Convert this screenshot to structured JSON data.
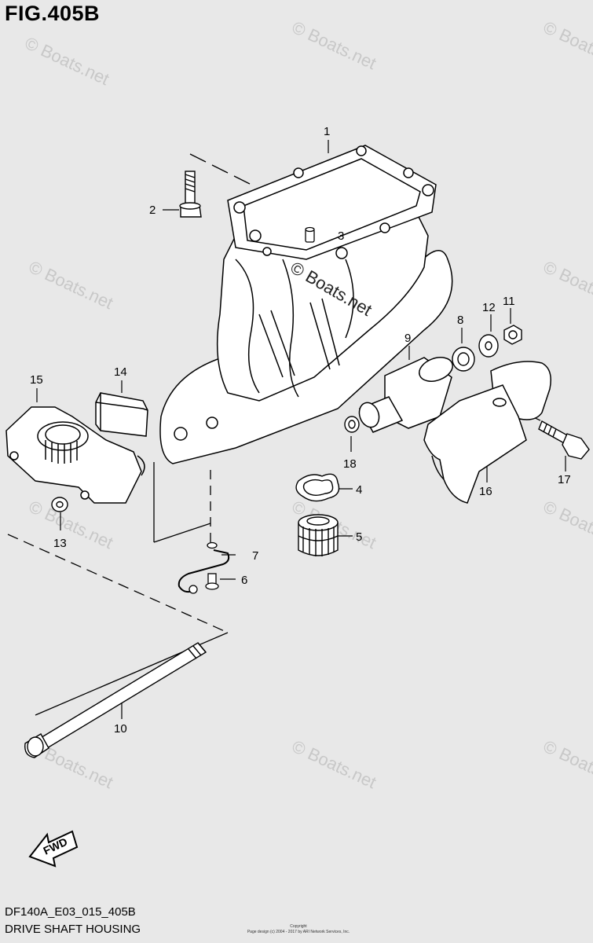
{
  "figure": {
    "title": "FIG.405B",
    "code": "DF140A_E03_015_405B",
    "name": "DRIVE SHAFT HOUSING"
  },
  "watermark": "© Boats.net",
  "direction_label": "FWD",
  "copyright": {
    "line1": "Copyright",
    "line2": "Page design (c) 2004 - 2017 by ARI Network Services, Inc."
  },
  "callouts": [
    "1",
    "2",
    "3",
    "4",
    "5",
    "6",
    "7",
    "8",
    "9",
    "10",
    "11",
    "12",
    "13",
    "14",
    "15",
    "16",
    "17",
    "18"
  ],
  "colors": {
    "background": "#e8e8e8",
    "part_fill": "#ffffff",
    "line": "#000000",
    "watermark": "#c8c8c8"
  }
}
